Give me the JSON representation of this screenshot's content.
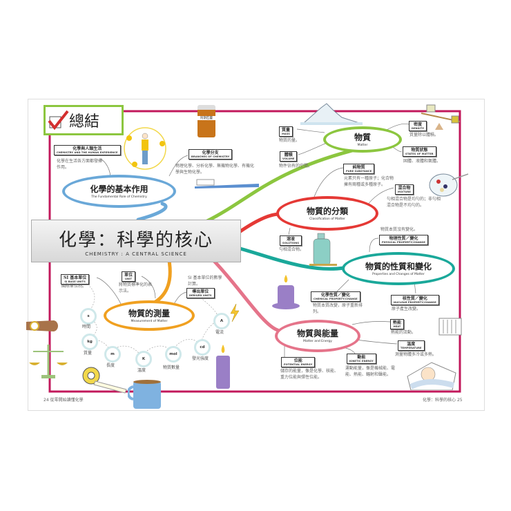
{
  "header": {
    "title": "總結",
    "check_icon": "checkmark-icon"
  },
  "central": {
    "title": "化學：科學的核心",
    "subtitle": "CHEMISTRY : A CENTRAL SCIENCE"
  },
  "colors": {
    "frame": "#c2185b",
    "blue": "#6aa8d8",
    "green": "#8cc63f",
    "red": "#e53935",
    "teal": "#1aa89a",
    "pink": "#e5748a",
    "orange": "#f0a020"
  },
  "topics": {
    "fundamental": {
      "title": "化學的基本作用",
      "subtitle": "The Fundamental Role of Chemistry",
      "items": [
        {
          "zh": "化學與人類生活",
          "en": "CHEMISTRY AND THE HUMAN EXPERIENCE",
          "desc": "化學在生活各方面都發揮作用。"
        },
        {
          "zh": "化學分支",
          "en": "BRANCHES OF CHEMISTRY",
          "desc": "物理化學、分析化學、無機物化學、有機化學與生物化學。"
        }
      ],
      "bottle_label": "阿斯匹靈"
    },
    "matter": {
      "title": "物質",
      "subtitle": "Matter",
      "items": [
        {
          "zh": "質量",
          "en": "MASS",
          "desc": "物質的量。"
        },
        {
          "zh": "體積",
          "en": "VOLUME",
          "desc": "物件佔有的空間。"
        },
        {
          "zh": "密度",
          "en": "DENSITY",
          "desc": "質量除以體積。"
        },
        {
          "zh": "物質狀態",
          "en": "STATES OF MATTER",
          "desc": "固體、液體和氣體。"
        }
      ]
    },
    "classification": {
      "title": "物質的分類",
      "subtitle": "Classification of Matter",
      "items": [
        {
          "zh": "純物質",
          "en": "PURE SUBSTANCE",
          "desc": "元素只有一種原子；化合物擁有兩種或多種原子。"
        },
        {
          "zh": "混合物",
          "en": "MIXTURE",
          "desc": "勻相混合物是均勻的；非勻相混合物是不均勻的。"
        },
        {
          "zh": "溶液",
          "en": "SOLUTIONS",
          "desc": "勻相混合物。"
        }
      ]
    },
    "properties": {
      "title": "物質的性質和變化",
      "subtitle": "Properties and Changes of Matter",
      "items": [
        {
          "zh": "物理性質／變化",
          "en": "PHYSICAL PROPERTY/CHANGE",
          "desc": "物質本質沒有變化。"
        },
        {
          "zh": "化學性質／變化",
          "en": "CHEMICAL PROPERTY/CHANGE",
          "desc": "物質本質改變，原子重新排列。"
        },
        {
          "zh": "核性質／變化",
          "en": "NUCLEAR PROPERTY/CHANGE",
          "desc": "原子產生改變。"
        }
      ]
    },
    "energy": {
      "title": "物質與能量",
      "subtitle": "Matter and Energy",
      "items": [
        {
          "zh": "熱能",
          "en": "HEAT",
          "desc": "熱能的流動。"
        },
        {
          "zh": "溫度",
          "en": "TEMPERATURE",
          "desc": "測量物體多冷或多熱。"
        },
        {
          "zh": "位能",
          "en": "POTENTIAL ENERGY",
          "desc": "儲存的能量，像是化學、核能、重力位能與彈性位能。"
        },
        {
          "zh": "動能",
          "en": "KINETIC ENERGY",
          "desc": "運動能量，像是機械能、電能、熱能、輻射和聲能。"
        }
      ]
    },
    "measurement": {
      "title": "物質的測量",
      "subtitle": "Measurement of Matter",
      "items": [
        {
          "zh": "SI 基本單位",
          "en": "SI BASE UNITS",
          "desc": "國際單位制。"
        },
        {
          "zh": "單位",
          "en": "UNIT",
          "desc": "將物質標準化的表示法。"
        },
        {
          "zh": "導出單位",
          "en": "DERIVED UNITS",
          "desc": "SI 基本單位的數學計算。"
        }
      ],
      "units": [
        {
          "symbol": "s",
          "name": "時間"
        },
        {
          "symbol": "kg",
          "name": "質量"
        },
        {
          "symbol": "m",
          "name": "長度"
        },
        {
          "symbol": "K",
          "name": "溫度"
        },
        {
          "symbol": "mol",
          "name": "物質數量"
        },
        {
          "symbol": "cd",
          "name": "發光強度"
        },
        {
          "symbol": "A",
          "name": "電流"
        }
      ]
    }
  },
  "footer": {
    "left_page": "24",
    "left_text": "從零開始讀懂化學",
    "right_text": "化學：科學的核心",
    "right_page": "25"
  }
}
